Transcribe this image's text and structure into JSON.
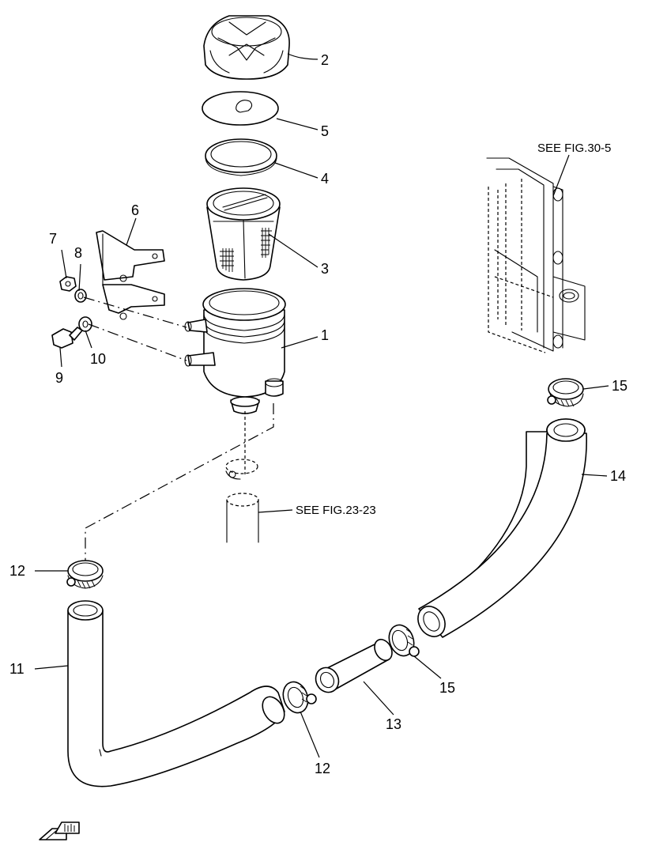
{
  "callouts": {
    "p1": "1",
    "p2": "2",
    "p3": "3",
    "p4": "4",
    "p5": "5",
    "p6": "6",
    "p7": "7",
    "p8": "8",
    "p9": "9",
    "p10": "10",
    "p11": "11",
    "p12a": "12",
    "p12b": "12",
    "p13": "13",
    "p14": "14",
    "p15a": "15",
    "p15b": "15"
  },
  "references": {
    "ref_30_5": "SEE FIG.30-5",
    "ref_23_23": "SEE FIG.23-23"
  }
}
